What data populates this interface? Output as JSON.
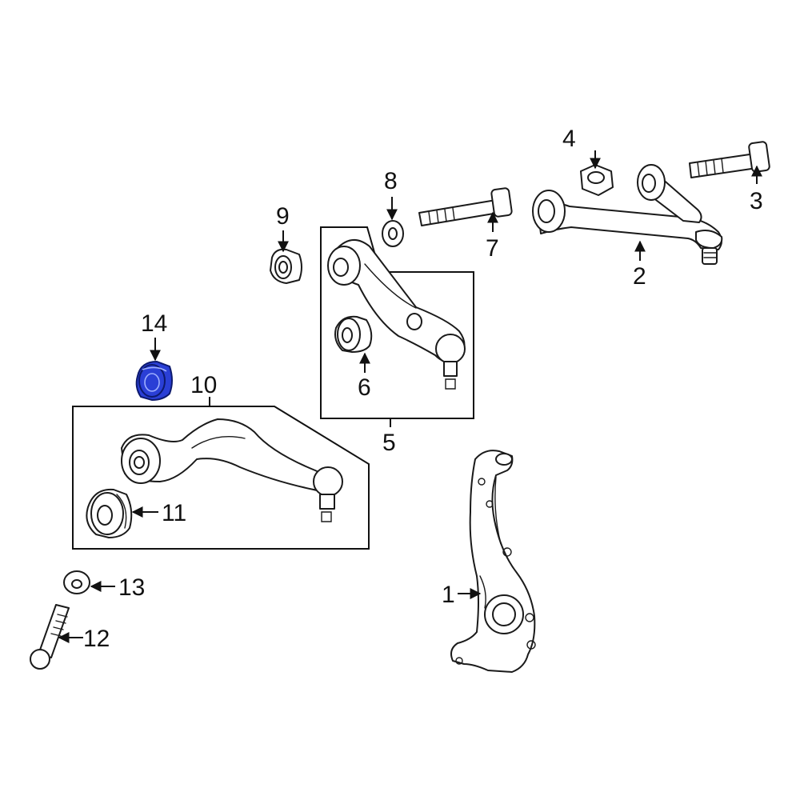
{
  "callouts": {
    "c1": "1",
    "c2": "2",
    "c3": "3",
    "c4": "4",
    "c5": "5",
    "c6": "6",
    "c7": "7",
    "c8": "8",
    "c9": "9",
    "c10": "10",
    "c11": "11",
    "c12": "12",
    "c13": "13",
    "c14": "14"
  },
  "highlight_part": "14",
  "colors": {
    "highlight": "#2a3fd6",
    "line": "#1a1a1a",
    "background": "#ffffff"
  }
}
